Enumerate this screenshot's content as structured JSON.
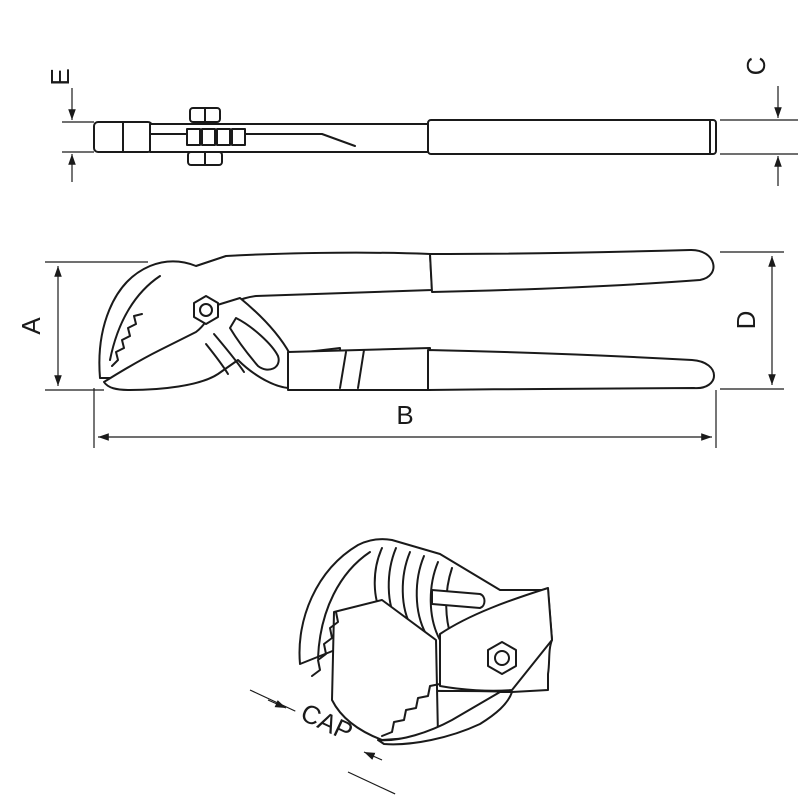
{
  "labels": {
    "a": "A",
    "b": "B",
    "c": "C",
    "d": "D",
    "e": "E",
    "cap": "CAP"
  },
  "colors": {
    "stroke": "#1a1a1a",
    "background": "#ffffff"
  }
}
